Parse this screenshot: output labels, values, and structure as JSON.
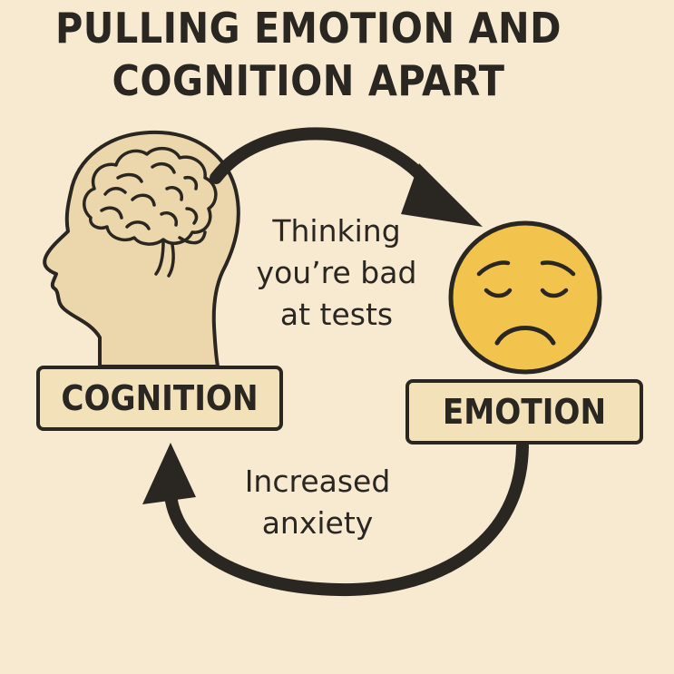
{
  "title": {
    "line1": "PULLING EMOTION AND",
    "line2": "COGNITION APART"
  },
  "nodes": {
    "cognition": {
      "label": "COGNITION",
      "icon": "head-brain-icon"
    },
    "emotion": {
      "label": "EMOTION",
      "icon": "sad-face-icon"
    }
  },
  "edges": {
    "cognition_to_emotion": {
      "line1": "Thinking",
      "line2": "you’re bad",
      "line3": "at tests"
    },
    "emotion_to_cognition": {
      "line1": "Increased",
      "line2": "anxiety"
    }
  },
  "colors": {
    "background": "#f8ead0",
    "ink": "#2a2622",
    "label_fill": "#f3e1b9",
    "head_fill": "#ecd7ac",
    "face_fill": "#f2c44e"
  }
}
